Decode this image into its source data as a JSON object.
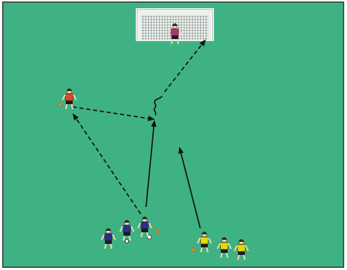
{
  "diagram": {
    "type": "soccer-drill",
    "pitch_color": "#3fb283",
    "border_color": "#2a2a2a",
    "team_colors": {
      "blue_team": "#2a2f8a",
      "yellow_team": "#e8d800",
      "outside_player": "#d94a2a",
      "goalkeeper": "#b2327a"
    },
    "cone_color": "#f08a24",
    "line_color": "#111111",
    "players": [
      {
        "id": "goalkeeper",
        "team": "goalkeeper"
      },
      {
        "id": "wide-player",
        "team": "outside_player"
      },
      {
        "id": "blue-1",
        "team": "blue_team"
      },
      {
        "id": "blue-2",
        "team": "blue_team"
      },
      {
        "id": "blue-3",
        "team": "blue_team"
      },
      {
        "id": "yellow-1",
        "team": "yellow_team"
      },
      {
        "id": "yellow-2",
        "team": "yellow_team"
      },
      {
        "id": "yellow-3",
        "team": "yellow_team"
      }
    ],
    "movements": [
      {
        "id": "pass-to-wide",
        "style": "dashed"
      },
      {
        "id": "run-blue",
        "style": "solid"
      },
      {
        "id": "pass-return",
        "style": "dashed"
      },
      {
        "id": "dribble",
        "style": "wavy"
      },
      {
        "id": "shot",
        "style": "dashed"
      },
      {
        "id": "run-yellow",
        "style": "solid"
      }
    ]
  }
}
